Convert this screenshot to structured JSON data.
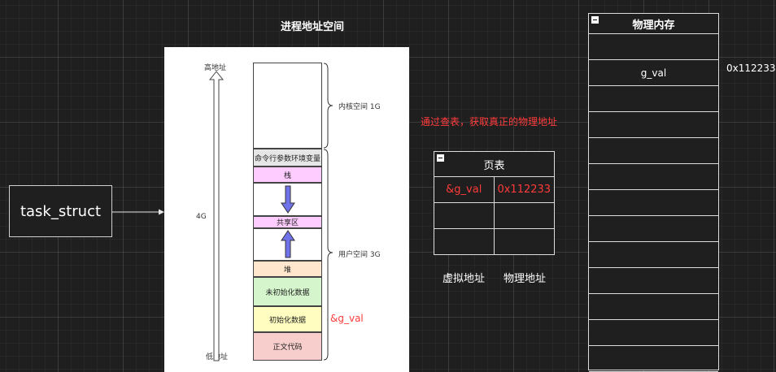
{
  "diagram": {
    "title": "进程地址空间",
    "task_struct": "task_struct",
    "address_space": {
      "high_addr": "高地址",
      "low_addr": "低地址",
      "size_label": "4G",
      "kernel_space": "内核空间 1G",
      "user_space": "用户空间 3G",
      "segments": {
        "env": "命令行参数环境变量",
        "stack": "栈",
        "shared": "共享区",
        "heap": "堆",
        "bss": "未初始化数据",
        "data": "初始化数据",
        "text": "正文代码"
      },
      "var_label": "&g_val"
    },
    "lookup_note": "通过查表，获取真正的物理地址",
    "page_table": {
      "title": "页表",
      "virtual_value": "&g_val",
      "physical_value": "0x112233",
      "col_virtual": "虚拟地址",
      "col_physical": "物理地址"
    },
    "physical_memory": {
      "title": "物理内存",
      "cell_value": "g_val",
      "address": "0x112233"
    },
    "colors": {
      "red": "#ff3b3b",
      "stack_fill": "#ffccff",
      "heap_fill": "#ffe6cc",
      "bss_fill": "#d5f5cc",
      "data_fill": "#fffdc0",
      "text_fill": "#f8cecc",
      "arrow_blue": "#6f72e8"
    }
  }
}
